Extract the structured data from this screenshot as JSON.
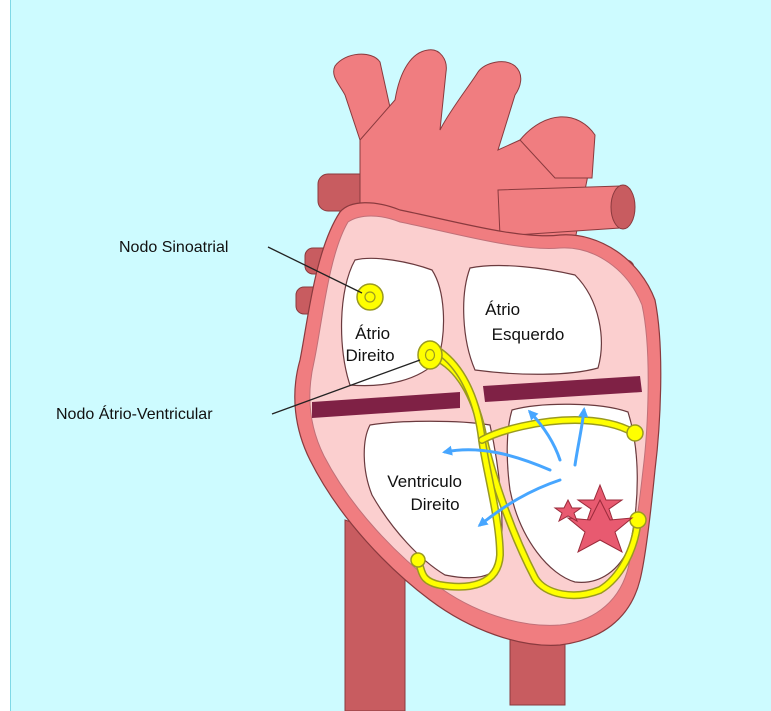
{
  "labels": {
    "sa_node": "Nodo Sinoatrial",
    "av_node": "Nodo Átrio-Ventricular",
    "right_atrium": [
      "Átrio",
      "Direito"
    ],
    "left_atrium": [
      "Átrio",
      "Esquerdo"
    ],
    "right_ventricle": [
      "Ventriculo",
      "Direito"
    ]
  },
  "colors": {
    "background": "#cdfbff",
    "frame_border": "#7fd8e6",
    "vessel": "#f07d80",
    "vessel_shade": "#c85c60",
    "heart_outer": "#f07d80",
    "heart_inner": "#fbcfcf",
    "chamber": "#ffffff",
    "septum_band": "#7f2145",
    "conduction_path": "#ffff00",
    "conduction_outline": "#9a9a20",
    "impulse_arrow": "#47a6ff",
    "star": "#e85a70"
  }
}
